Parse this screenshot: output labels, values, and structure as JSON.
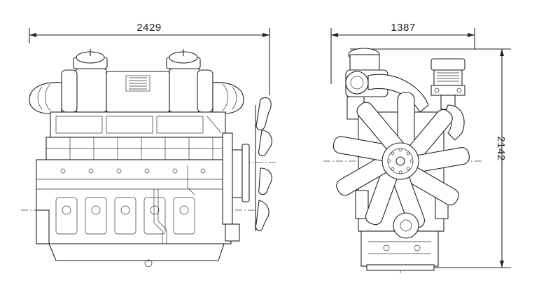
{
  "diagram": {
    "front_view": {
      "width_label": "2429"
    },
    "side_view": {
      "width_label": "1387",
      "height_label": "2142"
    }
  }
}
